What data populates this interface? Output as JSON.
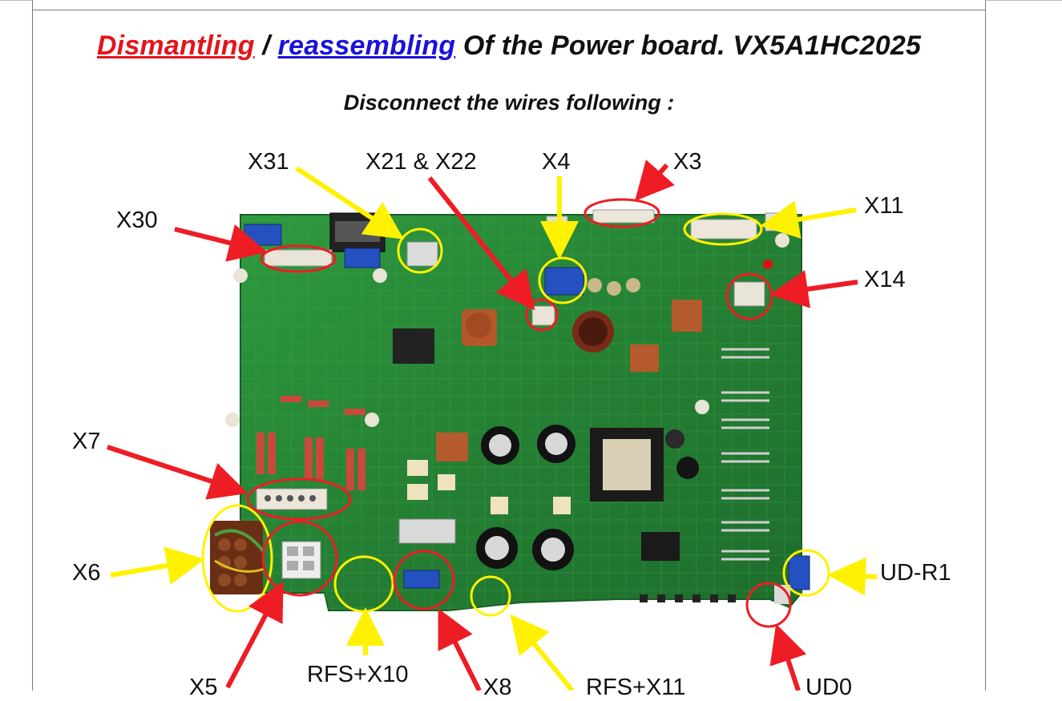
{
  "title": {
    "part1": "Dismantling",
    "sep": " / ",
    "part2": "reassembling",
    "part3": " Of the Power board. VX5A1HC2025"
  },
  "subtitle": "Disconnect the wires following :",
  "connectors": {
    "x31": "X31",
    "x21_x22": "X21 & X22",
    "x4": "X4",
    "x3": "X3",
    "x30": "X30",
    "x11": "X11",
    "x14": "X14",
    "x7": "X7",
    "x6": "X6",
    "udr1": "UD-R1",
    "x5": "X5",
    "rfs_x10": "RFS+X10",
    "x8": "X8",
    "rfs_x11": "RFS+X11",
    "ud0": "UD0"
  },
  "colors": {
    "title_red": "#e4141b",
    "title_blue": "#1a12d8",
    "arrow_red": "#ee1c24",
    "arrow_yellow": "#fff200",
    "pcb_green": "#2e8b3a"
  }
}
